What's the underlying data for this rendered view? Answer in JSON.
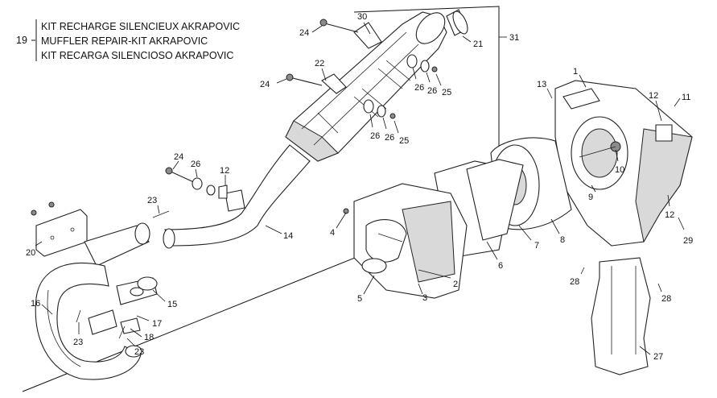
{
  "kit": {
    "number": "19",
    "lines": [
      "KIT RECHARGE SILENCIEUX AKRAPOVIC",
      "MUFFLER REPAIR-KIT AKRAPOVIC",
      "KIT RECARGA SILENCIOSO AKRAPOVIC"
    ]
  },
  "callouts": [
    "1",
    "2",
    "3",
    "4",
    "5",
    "6",
    "7",
    "8",
    "9",
    "10",
    "11",
    "12",
    "12",
    "12",
    "13",
    "14",
    "15",
    "16",
    "17",
    "18",
    "20",
    "21",
    "22",
    "23",
    "23",
    "23",
    "24",
    "24",
    "24",
    "25",
    "25",
    "26",
    "26",
    "26",
    "26",
    "26",
    "27",
    "28",
    "28",
    "29",
    "30",
    "31"
  ]
}
